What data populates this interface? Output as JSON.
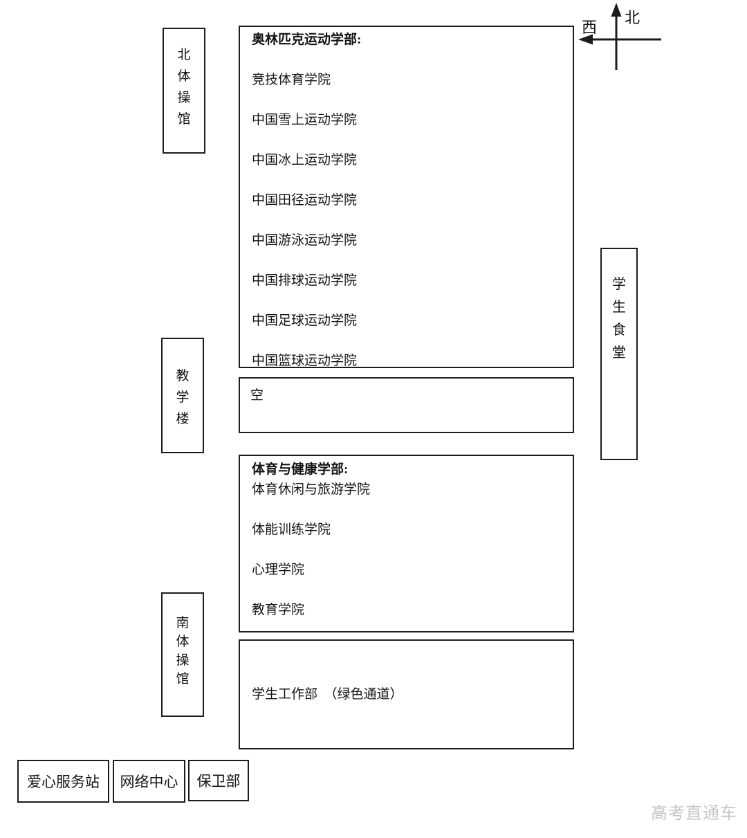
{
  "compass": {
    "north_label": "北",
    "west_label": "西"
  },
  "left_buildings": {
    "north_gym": "北体操馆",
    "teaching_building": "教学楼",
    "south_gym": "南体操馆"
  },
  "olympic_department": {
    "title": "奥林匹克运动学部:",
    "colleges": [
      "竞技体育学院",
      "中国雪上运动学院",
      "中国冰上运动学院",
      "中国田径运动学院",
      "中国游泳运动学院",
      "中国排球运动学院",
      "中国足球运动学院",
      "中国篮球运动学院"
    ]
  },
  "empty_block": {
    "label": "空"
  },
  "health_department": {
    "title": "体育与健康学部:",
    "colleges": [
      "体育休闲与旅游学院",
      "体能训练学院",
      "心理学院",
      "教育学院"
    ]
  },
  "student_affairs": {
    "label": "学生工作部　（绿色通道）"
  },
  "right_buildings": {
    "student_canteen": "学生食堂"
  },
  "bottom_row": {
    "love_service_station": "爱心服务站",
    "network_center": "网络中心",
    "security_department": "保卫部"
  },
  "watermark": "高考直通车",
  "colors": {
    "line": "#1c1c1c",
    "text": "#141414",
    "watermark": "#c6c6c6"
  }
}
